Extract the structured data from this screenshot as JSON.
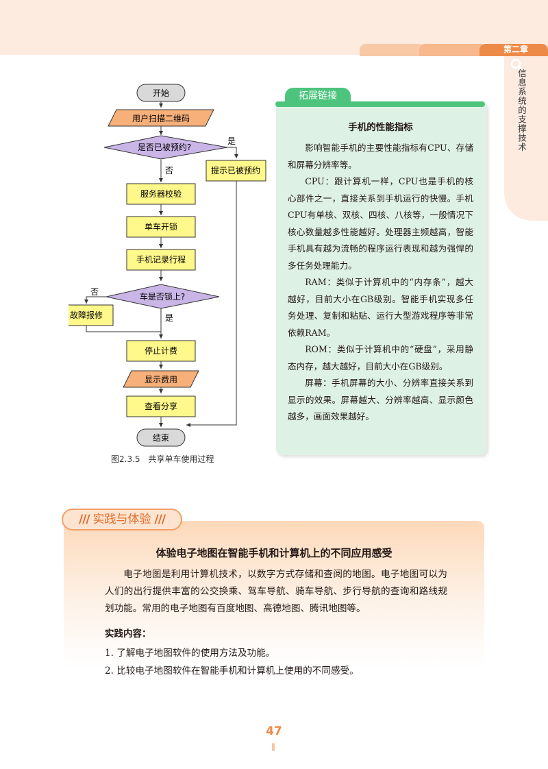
{
  "header": {
    "chapter": "第二章",
    "side_title": "信息系统的支撑技术"
  },
  "flowchart": {
    "start": "开始",
    "scan": "用户扫描二维码",
    "reserved_q": "是否已被预约?",
    "yes1": "是",
    "no1": "否",
    "prompt_reserved": "提示已被预约",
    "server_check": "服务器校验",
    "unlock": "单车开锁",
    "record": "手机记录行程",
    "locked_q": "车是否锁上?",
    "no2": "否",
    "yes2": "是",
    "report_fault": "故障报修",
    "stop_billing": "停止计费",
    "show_fee": "显示费用",
    "view_share": "查看分享",
    "end": "结束",
    "caption": "图2.3.5　共享单车使用过程"
  },
  "extension": {
    "tag": "拓展链接",
    "title": "手机的性能指标",
    "paragraphs": [
      "影响智能手机的主要性能指标有CPU、存储和屏幕分辨率等。",
      "CPU：跟计算机一样，CPU也是手机的核心部件之一，直接关系到手机运行的快慢。手机 CPU有单核、双核、四核、八核等，一般情况下核心数量越多性能越好。处理器主频越高，智能手机具有越为流畅的程序运行表现和越为强悍的多任务处理能力。",
      "RAM：类似于计算机中的“内存条”，越大越好，目前大小在GB级别。智能手机实现多任务处理、复制和粘贴、运行大型游戏程序等非常依赖RAM。",
      "ROM：类似于计算机中的“硬盘”，采用静态内存，越大越好，目前大小在GB级别。",
      "屏幕：手机屏幕的大小、分辨率直接关系到显示的效果。屏幕越大、分辨率越高、显示颜色越多，画面效果越好。"
    ]
  },
  "practice": {
    "tag": "实践与体验",
    "title": "体验电子地图在智能手机和计算机上的不同应用感受",
    "intro": "电子地图是利用计算机技术，以数字方式存储和查阅的地图。电子地图可以为人们的出行提供丰富的公交换乘、驾车导航、骑车导航、步行导航的查询和路线规划功能。常用的电子地图有百度地图、高德地图、腾讯地图等。",
    "content_label": "实践内容：",
    "items": [
      "1. 了解电子地图软件的使用方法及功能。",
      "2. 比较电子地图软件在智能手机和计算机上使用的不同感受。"
    ]
  },
  "page_number": "47",
  "colors": {
    "accent_orange": "#ee8a48",
    "green": "#4cc47d",
    "box_yellow": "#fff88a",
    "parallelogram_orange": "#f7b07a",
    "diamond_purple": "#c9b5e6"
  }
}
